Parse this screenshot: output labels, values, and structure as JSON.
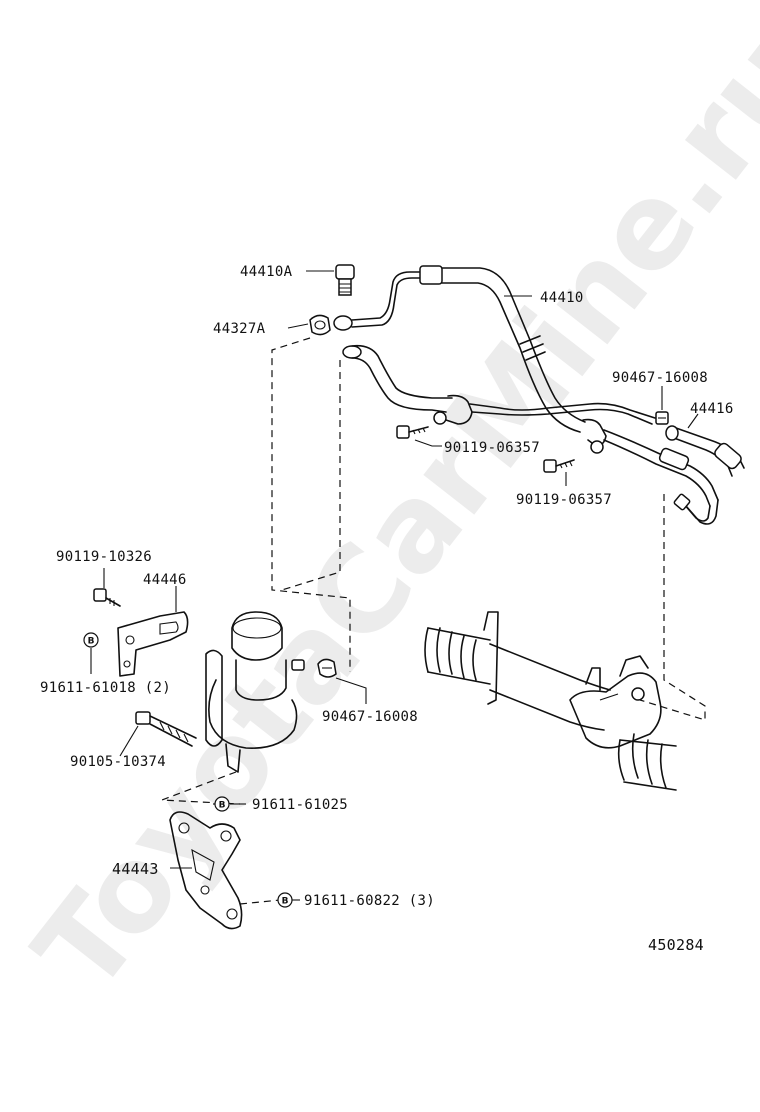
{
  "watermark": "ToyotaCarMine.ru",
  "diagram_id": "450284",
  "badge_letter": "B",
  "labels": {
    "p44410A": "44410A",
    "p44327A": "44327A",
    "p44410": "44410",
    "p90467_top": "90467-16008",
    "p44416": "44416",
    "p90119_a": "90119-06357",
    "p90119_b": "90119-06357",
    "p90119_10326": "90119-10326",
    "p44446": "44446",
    "p91611_61018": "91611-61018 (2)",
    "p90467_mid": "90467-16008",
    "p90105": "90105-10374",
    "p91611_61025": "91611-61025",
    "p44443": "44443",
    "p91611_60822": "91611-60822 (3)"
  }
}
